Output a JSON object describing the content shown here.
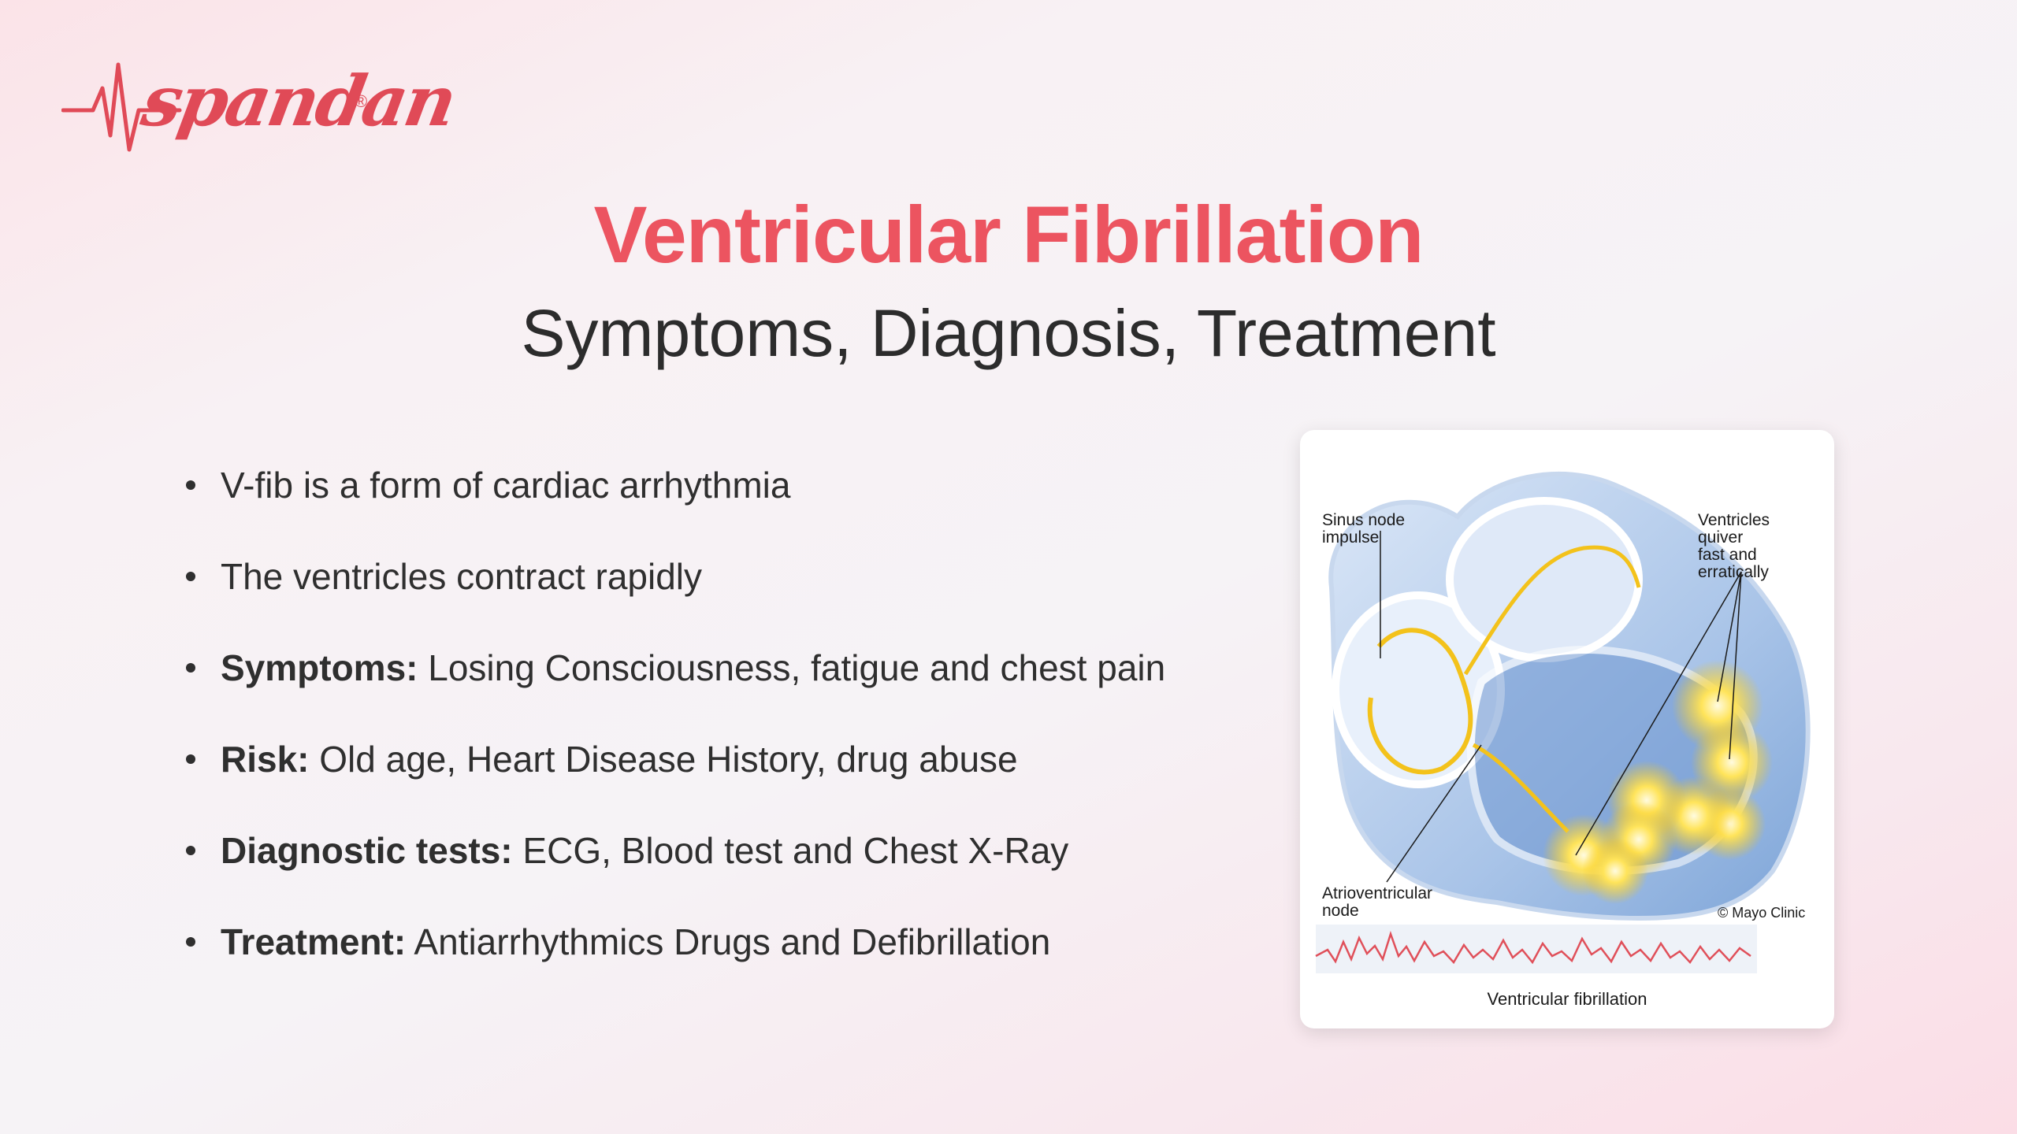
{
  "brand": {
    "name": "spandan",
    "registered": "®",
    "color": "#e04a57"
  },
  "title": "Ventricular Fibrillation",
  "subtitle": "Symptoms, Diagnosis, Treatment",
  "bullets": [
    {
      "label": "",
      "text": "V-fib is a form of cardiac arrhythmia"
    },
    {
      "label": "",
      "text": "The ventricles contract rapidly"
    },
    {
      "label": "Symptoms:",
      "text": " Losing Consciousness, fatigue and chest pain"
    },
    {
      "label": "Risk:",
      "text": " Old age, Heart Disease History, drug abuse"
    },
    {
      "label": "Diagnostic tests:",
      "text": " ECG, Blood test and Chest X-Ray"
    },
    {
      "label": "Treatment:",
      "text": " Antiarrhythmics Drugs and Defibrillation"
    }
  ],
  "figure": {
    "label_sinus": "Sinus node\nimpulse",
    "label_ventricles": "Ventricles\nquiver\nfast and\nerratically",
    "label_av": "Atrioventricular\nnode",
    "credit": "© Mayo Clinic",
    "caption": "Ventricular fibrillation"
  },
  "colors": {
    "title": "#ec5460",
    "subtitle": "#2c2c2c",
    "text": "#2f2f2f",
    "heart": "#9fbde3",
    "impulse": "#f5c518"
  }
}
